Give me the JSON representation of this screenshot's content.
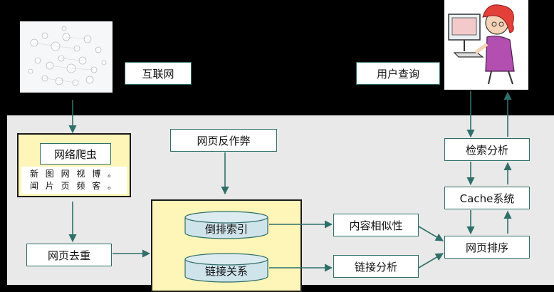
{
  "nodes": {
    "internet": "互联网",
    "user_query": "用户查询",
    "crawler": "网络爬虫",
    "crawler_sources_line1": "新 图 网 视 博 。",
    "crawler_sources_line2": "闻 片 页 频 客 。",
    "anti_spam": "网页反作弊",
    "inverted_index": "倒排索引",
    "link_relation": "链接关系",
    "dedup": "网页去重",
    "content_similarity": "内容相似性",
    "link_analysis": "链接分析",
    "search_analysis": "检索分析",
    "cache_system": "Cache系统",
    "page_ranking": "网页排序"
  },
  "colors": {
    "background": "#000000",
    "panel": "#e8e9e8",
    "box_border": "#2f6f6a",
    "highlight_fill": "#fdf6b8",
    "cylinder_fill": "#cfe3ea",
    "arrow": "#2f6f6a"
  },
  "icons": {
    "internet": "network-cloud-image",
    "user": "user-at-computer-image"
  }
}
